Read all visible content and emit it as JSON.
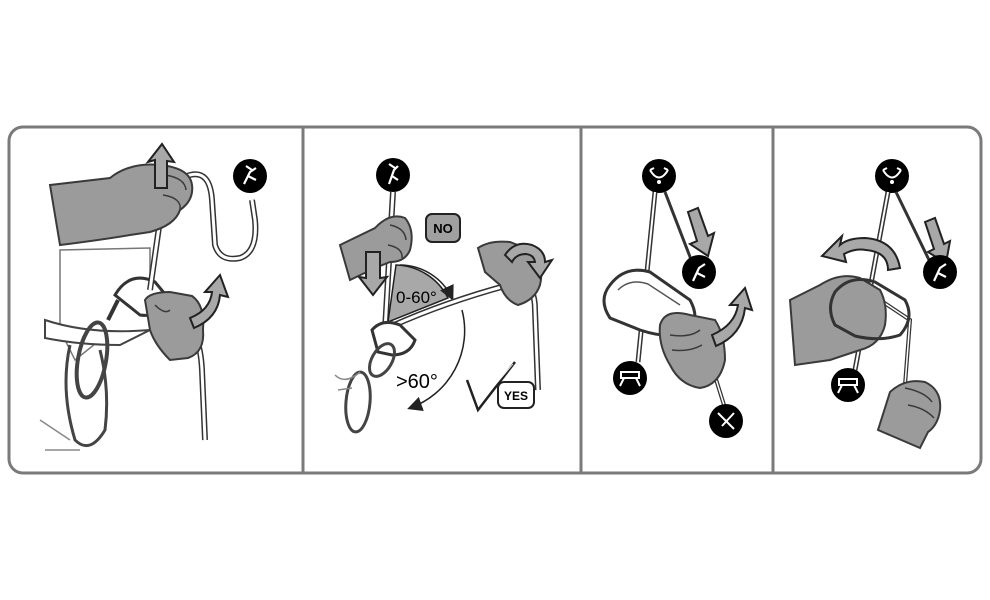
{
  "panels": [
    {
      "id": "panel-1"
    },
    {
      "id": "panel-2",
      "labels": {
        "no": "NO",
        "angle_small": "0-60°",
        "angle_large": ">60°",
        "yes": "YES"
      }
    },
    {
      "id": "panel-3"
    },
    {
      "id": "panel-4"
    }
  ],
  "colors": {
    "frame": "#7a7a7a",
    "hand_fill": "#9b9b9b",
    "hand_stroke": "#3a3a3a",
    "arrow_fill": "#a8a8a8",
    "icon_bg": "#000000",
    "icon_fg": "#ffffff",
    "wedge_fill": "#a8a8a8",
    "badge_fill": "#a0a0a0"
  },
  "icons": [
    "climber-icon",
    "anchor-icon",
    "harness-icon",
    "rope-end-icon",
    "check-icon",
    "curved-arrow-icon",
    "straight-arrow-icon"
  ]
}
